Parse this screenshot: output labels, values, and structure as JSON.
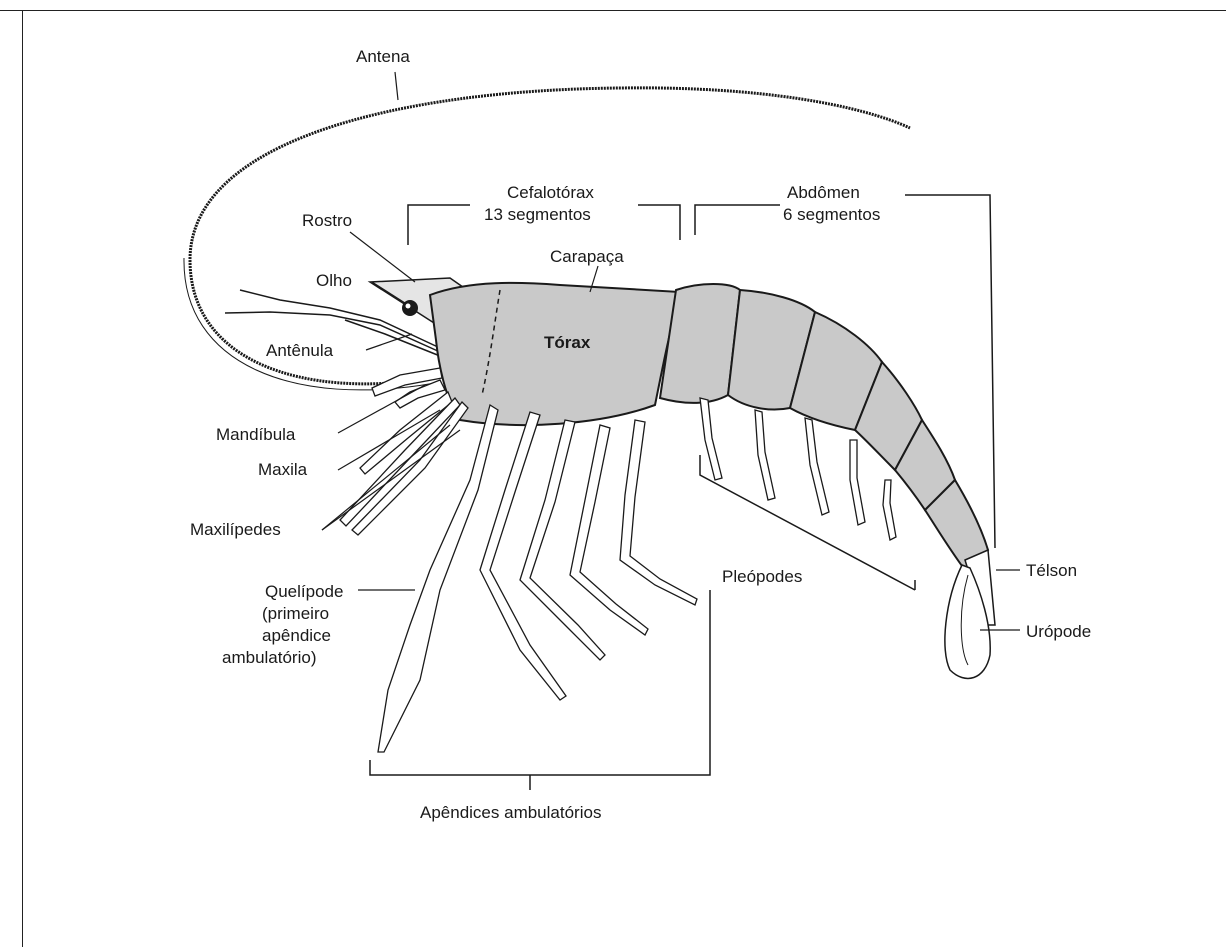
{
  "labels": {
    "antena": "Antena",
    "cefalotorax_1": "Cefalotórax",
    "cefalotorax_2": "13 segmentos",
    "abdomen_1": "Abdômen",
    "abdomen_2": "6 segmentos",
    "rostro": "Rostro",
    "carapaca": "Carapaça",
    "olho": "Olho",
    "torax": "Tórax",
    "antenula": "Antênula",
    "mandibula": "Mandíbula",
    "maxila": "Maxila",
    "maxilipedes": "Maxilípedes",
    "quelipode_1": "Quelípode",
    "quelipode_2": "(primeiro",
    "quelipode_3": "apêndice",
    "quelipode_4": "ambulatório)",
    "pleopodes": "Pleópodes",
    "telson": "Télson",
    "uropode": "Urópode",
    "apendices": "Apêndices ambulatórios"
  },
  "colors": {
    "body_fill": "#c9c9c9",
    "line": "#1a1a1a",
    "background": "#ffffff"
  }
}
